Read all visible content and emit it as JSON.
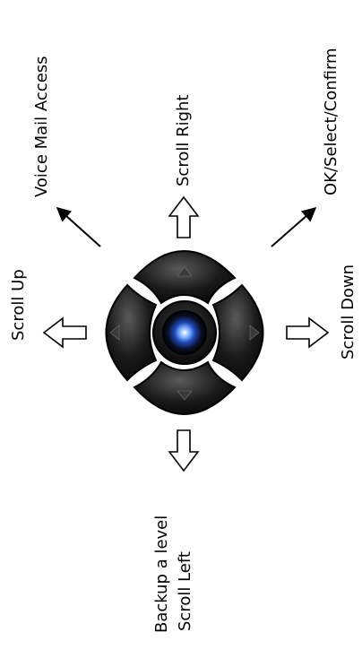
{
  "labels": {
    "voice_mail": "Voice Mail Access",
    "scroll_right": "Scroll Right",
    "ok_select": "OK/Select/Confirm",
    "scroll_up": "Scroll Up",
    "scroll_down": "Scroll Down",
    "backup_level": "Backup a level",
    "scroll_left": "Scroll Left"
  },
  "colors": {
    "pad_dark": "#111111",
    "pad_highlight": "#7a7a7a",
    "center_glow": "#3a7bff",
    "arrow_stroke": "#000000",
    "arrow_fill": "#ffffff"
  },
  "icons": {
    "up": "hollow-arrow-up",
    "down": "hollow-arrow-down",
    "left": "hollow-arrow-left",
    "right": "hollow-arrow-right",
    "pointer": "line-arrow"
  }
}
